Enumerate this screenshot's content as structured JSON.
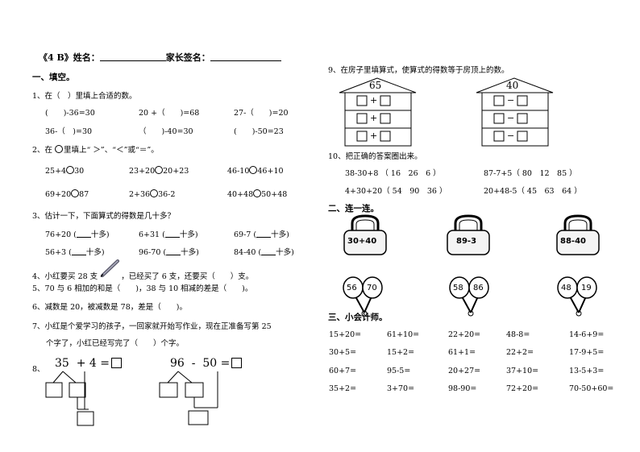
{
  "header": {
    "class_label": "《4 B》姓名：",
    "parent_label": "家长签名："
  },
  "section1": {
    "title": "一、填空。",
    "q1": {
      "stem": "1、在（　）里填上合适的数。",
      "rows": [
        [
          "(　　)-36=30",
          "20 +（　　)=68",
          "27-（　　)=20"
        ],
        [
          "36-（　)=30",
          "（　　)-40=30",
          "(　　)-50=23"
        ]
      ]
    },
    "q2": {
      "stem_a": "2、在",
      "stem_b": "里填上“ ＞”、“＜”或“＝”。",
      "rows": [
        [
          [
            "25+4",
            "30"
          ],
          [
            "23+20",
            "20+23"
          ],
          [
            "46-10",
            "46+10"
          ]
        ],
        [
          [
            "69+20",
            "87"
          ],
          [
            "2+36",
            "36-2"
          ],
          [
            "40+48",
            "50+48"
          ]
        ]
      ]
    },
    "q3": {
      "stem": "3、估计一下，下面算式的得数是几十多？",
      "rows": [
        [
          [
            "76+20 (",
            "十多)"
          ],
          [
            "6+31 (",
            "十多)"
          ],
          [
            "69-7 (",
            "十多)"
          ]
        ],
        [
          [
            "56+3 (",
            "十多)"
          ],
          [
            "96-70 (",
            "十多)"
          ],
          [
            "84-40 (",
            "十多)"
          ]
        ]
      ]
    },
    "q4": {
      "a": "4、小红要买 28 支",
      "b": "，已经买了 6 支，还要买（　　）支。"
    },
    "q5": "5、70 与 6 相加的和是（　　)，38 与 10 相减的差是（　　)。",
    "q6": "6、减数是 20，被减数是 78，差是（　　)。",
    "q7": {
      "line1": "7、小红是个爱学习的孩子，一回家就开始写作业，现在正准备写第 25",
      "line2": "个字了，小红已经写完了（　　）个字。"
    },
    "q8": {
      "label": "8、",
      "expr1": {
        "a": "35",
        "op": "+",
        "b": "4",
        "eq": "="
      },
      "expr2": {
        "a": "96",
        "op": "-",
        "b": "50",
        "eq": "="
      }
    }
  },
  "right": {
    "q9": {
      "stem": "9、在房子里填算式，使算式的得数等于房顶上的数。",
      "houses": [
        {
          "roof": "65",
          "op": "+"
        },
        {
          "roof": "40",
          "op": "−"
        }
      ]
    },
    "q10": {
      "stem": "10、把正确的答案圈出来。",
      "rows": [
        [
          "38-30+8 （ 16　26　6 ）",
          "87-7+5（ 80　12　85 ）"
        ],
        [
          "4+30+20（ 54　90　36 ）",
          "20+48-5（ 45　63　64 ）"
        ]
      ]
    },
    "section2": {
      "title": "二、连一连。",
      "locks": [
        "30+40",
        "89-3",
        "88-40"
      ],
      "keys": [
        [
          "56",
          "70"
        ],
        [
          "58",
          "86"
        ],
        [
          "48",
          "19"
        ]
      ]
    },
    "section3": {
      "title": "三、小会计师。",
      "rows": [
        [
          "15+20=",
          "61+10=",
          "22+20=",
          "48-8=",
          "14-6+9="
        ],
        [
          "30+5=",
          "15+2=",
          "61+1=",
          "22+2=",
          "17-9+5="
        ],
        [
          "60+7=",
          "95-5=",
          "20+27=",
          "37+10=",
          "13-5+3="
        ],
        [
          "35+2=",
          "3+70=",
          "98-90=",
          "72+20=",
          "70-50+60="
        ]
      ]
    }
  }
}
